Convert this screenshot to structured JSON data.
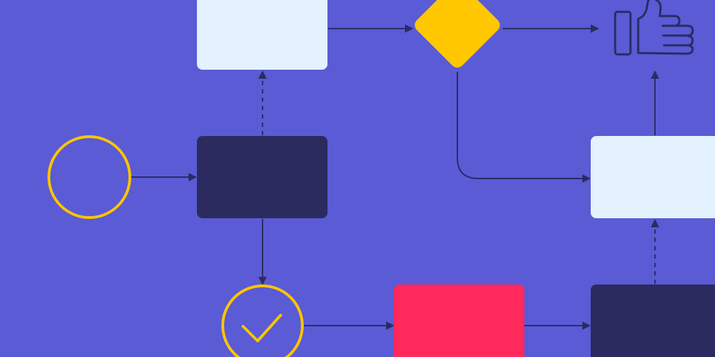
{
  "colors": {
    "background": "#5a5bd5",
    "connector": "#2b2b63",
    "light_box": "#e4f1fe",
    "dark_box": "#2b2b5f",
    "accent_red": "#ff295c",
    "accent_yellow": "#ffc700",
    "outline_yellow": "#ffc400",
    "icon_stroke": "#2b2b63"
  },
  "diagram": {
    "nodes": [
      {
        "id": "start",
        "shape": "circle",
        "style": "yellow-outline"
      },
      {
        "id": "process-a",
        "shape": "rounded-rect",
        "style": "dark"
      },
      {
        "id": "process-top",
        "shape": "rounded-rect",
        "style": "light"
      },
      {
        "id": "decision",
        "shape": "diamond",
        "style": "yellow-fill"
      },
      {
        "id": "process-right",
        "shape": "rounded-rect",
        "style": "light"
      },
      {
        "id": "check",
        "shape": "circle",
        "style": "yellow-outline",
        "icon": "checkmark-icon"
      },
      {
        "id": "process-red",
        "shape": "rounded-rect",
        "style": "red"
      },
      {
        "id": "process-bottom-right",
        "shape": "rounded-rect",
        "style": "dark"
      },
      {
        "id": "goal",
        "shape": "icon",
        "icon": "thumbs-up-icon"
      }
    ],
    "edges": [
      {
        "from": "start",
        "to": "process-a",
        "style": "solid"
      },
      {
        "from": "process-a",
        "to": "process-top",
        "style": "dashed"
      },
      {
        "from": "process-a",
        "to": "check",
        "style": "solid"
      },
      {
        "from": "process-top",
        "to": "decision",
        "style": "solid"
      },
      {
        "from": "decision",
        "to": "goal",
        "style": "solid"
      },
      {
        "from": "decision",
        "to": "process-right",
        "style": "solid"
      },
      {
        "from": "process-right",
        "to": "goal",
        "style": "solid"
      },
      {
        "from": "check",
        "to": "process-red",
        "style": "solid"
      },
      {
        "from": "process-red",
        "to": "process-bottom-right",
        "style": "solid"
      },
      {
        "from": "process-bottom-right",
        "to": "process-right",
        "style": "dashed"
      }
    ]
  }
}
